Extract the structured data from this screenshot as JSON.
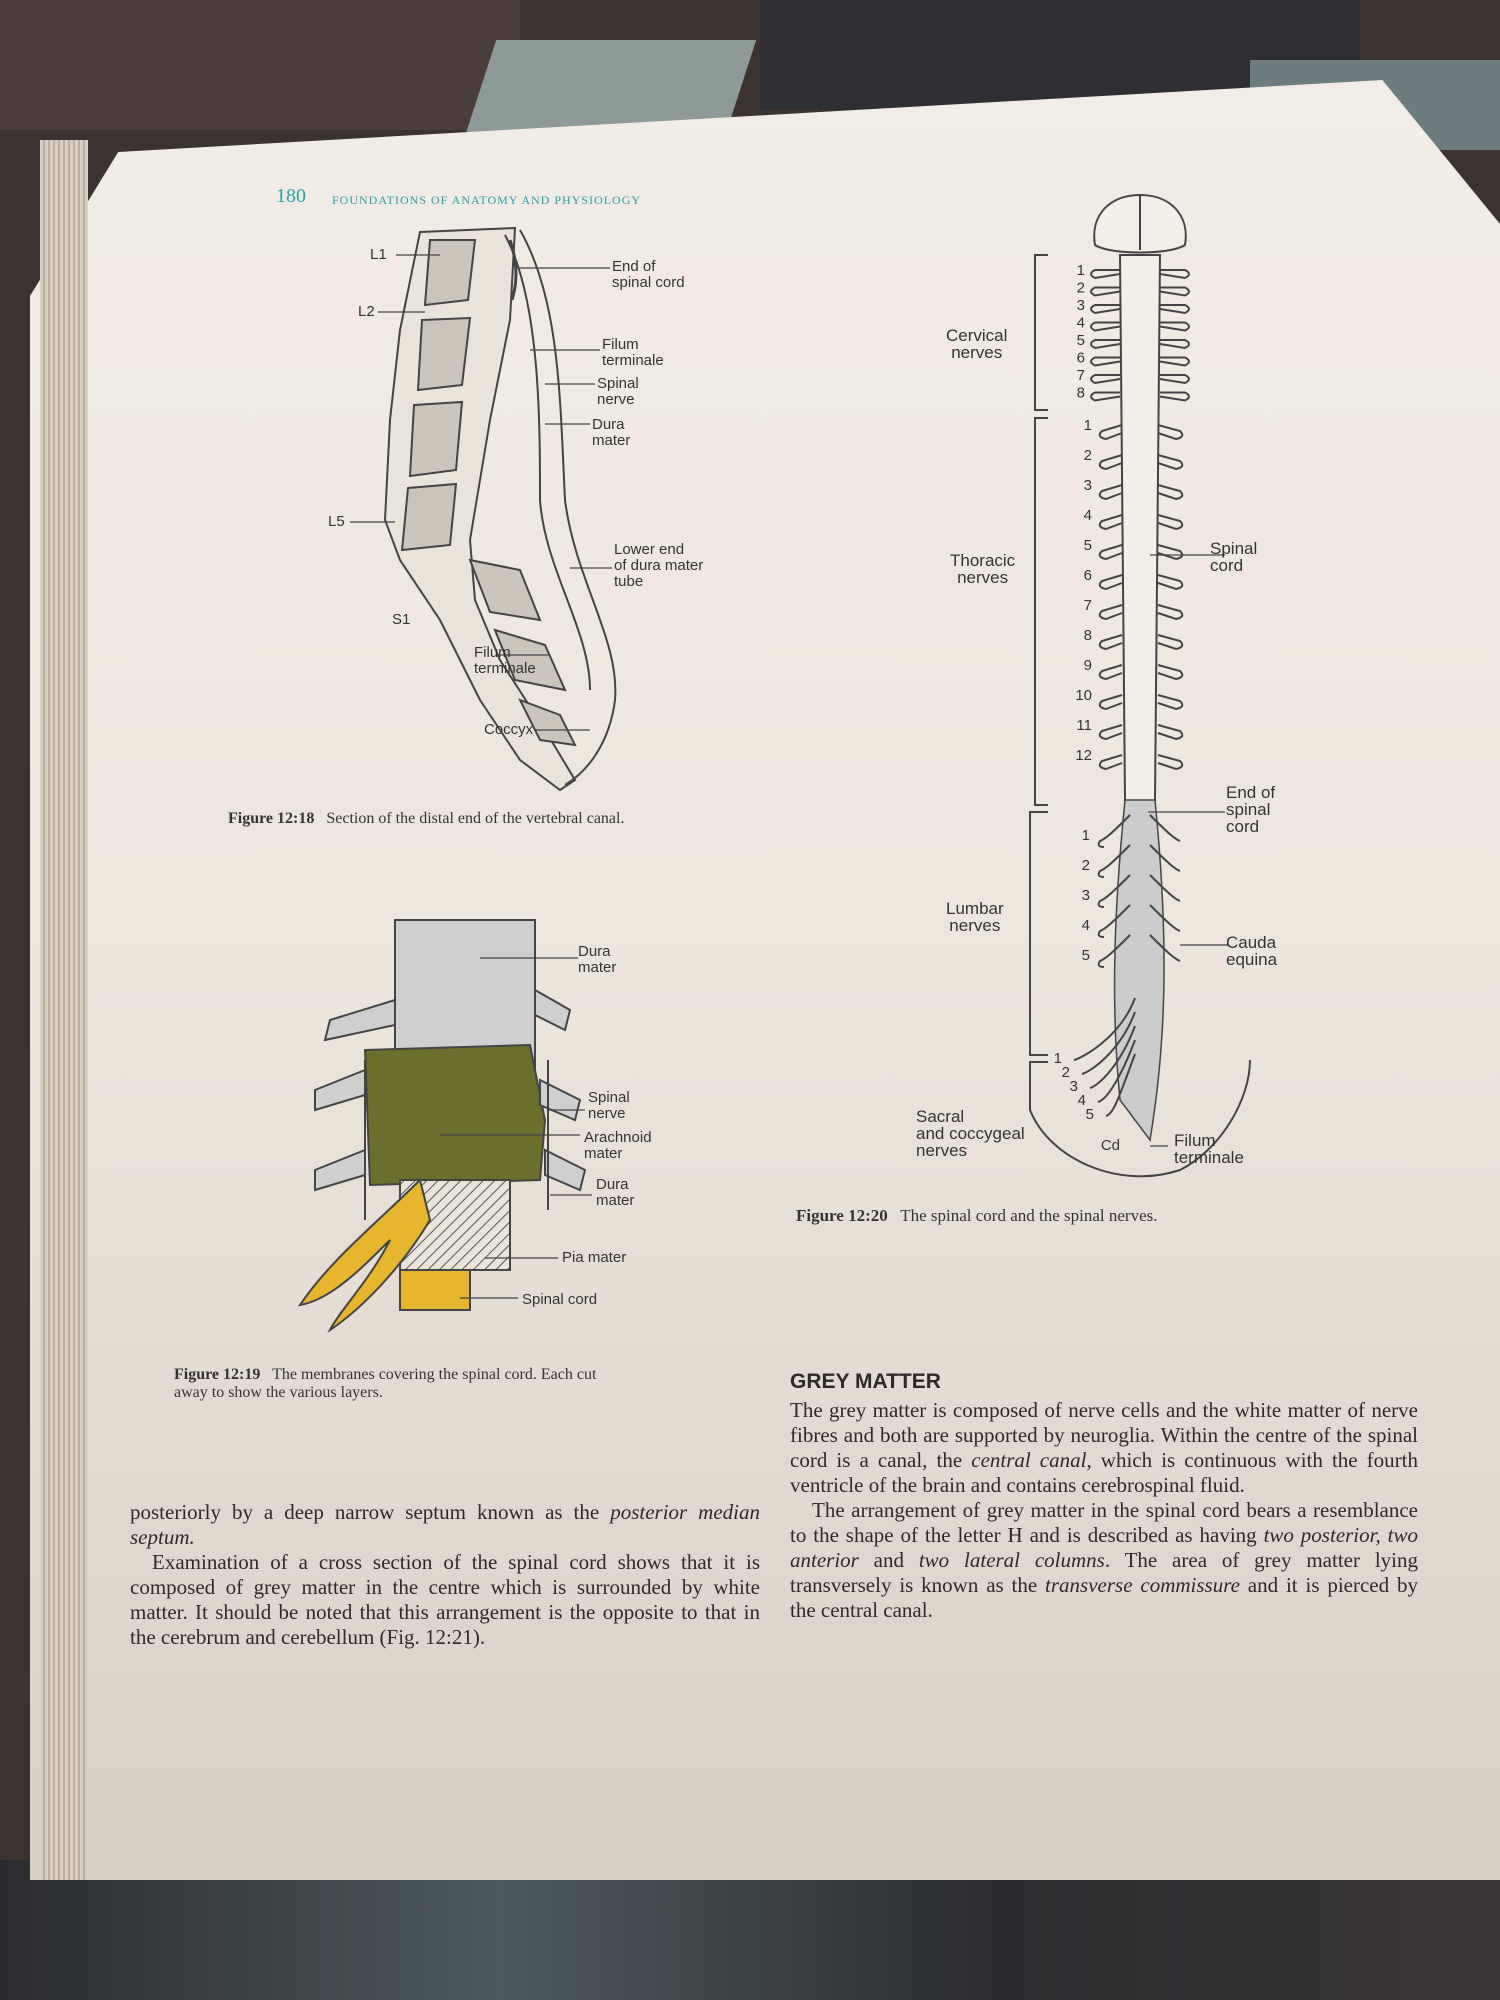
{
  "header": {
    "page_number": "180",
    "running_title": "FOUNDATIONS OF ANATOMY AND PHYSIOLOGY"
  },
  "fig18": {
    "vertebra_labels": [
      "L1",
      "L2",
      "L5",
      "S1"
    ],
    "labels": [
      "End of\nspinal cord",
      "Filum\nterminale",
      "Spinal\nnerve",
      "Dura\nmater",
      "Lower end\nof dura mater\ntube",
      "Filum\nterminale",
      "Coccyx"
    ],
    "caption_label": "Figure 12:18",
    "caption_text": "Section of the distal end of the vertebral canal."
  },
  "fig19": {
    "labels": [
      "Dura\nmater",
      "Spinal\nnerve",
      "Arachnoid\nmater",
      "Dura\nmater",
      "Pia mater",
      "Spinal cord"
    ],
    "caption_label": "Figure 12:19",
    "caption_text": "The membranes covering the spinal cord. Each cut\naway to show the various layers.",
    "colors": {
      "arachnoid": "#6b6e2c",
      "cord": "#e6b52e",
      "dura": "#cfcfcf"
    }
  },
  "fig20": {
    "region_labels": [
      "Cervical\nnerves",
      "Thoracic\nnerves",
      "Lumbar\nnerves",
      "Sacral\nand coccygeal\nnerves"
    ],
    "side_labels": [
      "Spinal\ncord",
      "End of\nspinal\ncord",
      "Cauda\nequina",
      "Filum\nterminale"
    ],
    "cervical_numbers": [
      "1",
      "2",
      "3",
      "4",
      "5",
      "6",
      "7",
      "8"
    ],
    "thoracic_numbers": [
      "1",
      "2",
      "3",
      "4",
      "5",
      "6",
      "7",
      "8",
      "9",
      "10",
      "11",
      "12"
    ],
    "lumbar_numbers": [
      "1",
      "2",
      "3",
      "4",
      "5"
    ],
    "sacral_numbers": [
      "1",
      "2",
      "3",
      "4",
      "5"
    ],
    "coccygeal_label": "Cd",
    "caption_label": "Figure 12:20",
    "caption_text": "The spinal cord and the spinal nerves."
  },
  "left_text": {
    "p1_a": "posteriorly by a deep narrow septum known as the ",
    "p1_em": "posterior median septum.",
    "p2": "Examination of a cross section of the spinal cord shows that it is composed of grey matter in the centre which is surrounded by white matter. It should be noted that this arrangement is the opposite to that in the cerebrum and cerebellum (Fig. 12:21)."
  },
  "right_text": {
    "heading": "GREY MATTER",
    "p1_a": "The grey matter is composed of nerve cells and the white matter of nerve fibres and both are supported by neuroglia. Within the centre of the spinal cord is a canal, the ",
    "p1_em": "central canal",
    "p1_b": ", which is continuous with the fourth ventricle of the brain and contains cerebrospinal fluid.",
    "p2_a": "The arrangement of grey matter in the spinal cord bears a resemblance to the shape of the letter H and is described as having ",
    "p2_em1": "two posterior, two anterior",
    "p2_b": " and ",
    "p2_em2": "two lateral columns",
    "p2_c": ". The area of grey matter lying transversely is known as the ",
    "p2_em3": "transverse commissure",
    "p2_d": " and it is pierced by the central canal."
  }
}
